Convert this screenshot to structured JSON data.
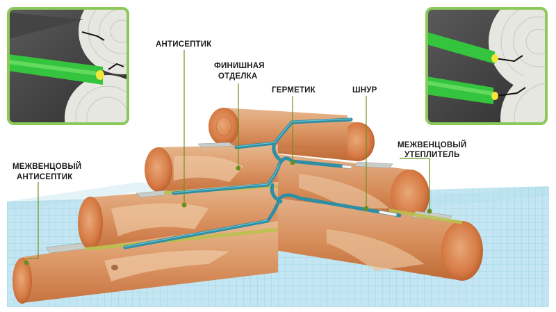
{
  "labels": {
    "antiseptic": "АНТИСЕПТИК",
    "finish_line1": "ФИНИШНАЯ",
    "finish_line2": "ОТДЕЛКА",
    "sealant": "ГЕРМЕТИК",
    "cord": "ШНУР",
    "insulation_line1": "МЕЖВЕНЦОВЫЙ",
    "insulation_line2": "УТЕПЛИТЕЛЬ",
    "interrow_antiseptic_line1": "МЕЖВЕНЦОВЫЙ",
    "interrow_antiseptic_line2": "АНТИСЕПТИК"
  },
  "colors": {
    "grid_bg": "#bde3f0",
    "grid_line": "#8ccbe0",
    "wood": "#d98e5c",
    "wood_light": "#e7b78e",
    "wood_end": "#d5743e",
    "sealant_strip": "#2f8ea3",
    "insulation": "#c9cdc8",
    "leader": "#6b8f1e",
    "inset_border": "#8cc95a",
    "green_seal": "#35c43e"
  }
}
